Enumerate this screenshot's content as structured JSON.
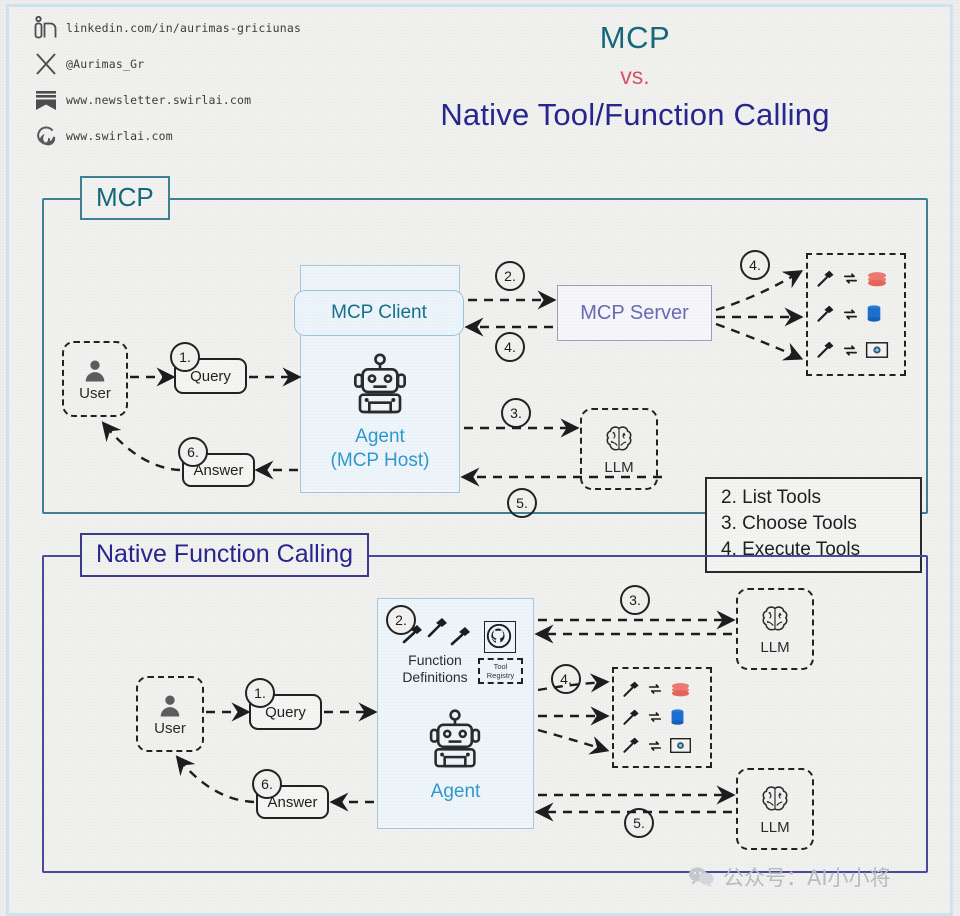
{
  "header": {
    "social": [
      {
        "icon": "linkedin-icon",
        "text": "linkedin.com/in/aurimas-griciunas"
      },
      {
        "icon": "x-twitter-icon",
        "text": "@Aurimas_Gr"
      },
      {
        "icon": "newsletter-icon",
        "text": "www.newsletter.swirlai.com"
      },
      {
        "icon": "swirl-logo-icon",
        "text": "www.swirlai.com"
      }
    ],
    "title_line1": "MCP",
    "title_line2": "vs.",
    "title_line3": "Native Tool/Function Calling",
    "colors": {
      "title1": "#15697a",
      "title2": "#d9536a",
      "title3": "#27268f"
    }
  },
  "mcp_section": {
    "title": "MCP",
    "user": "User",
    "query": "Query",
    "answer": "Answer",
    "client": "MCP Client",
    "agent_line1": "Agent",
    "agent_line2": "(MCP Host)",
    "server": "MCP Server",
    "llm": "LLM",
    "steps": {
      "query": "1.",
      "server_out": "2.",
      "llm_out": "3.",
      "server_in": "4.",
      "tools": "4.",
      "llm_in": "5.",
      "answer": "6."
    },
    "tools": [
      {
        "name": "tool-stack",
        "icon": "red-stack-icon"
      },
      {
        "name": "tool-database",
        "icon": "blue-database-icon"
      },
      {
        "name": "tool-window",
        "icon": "window-camera-icon"
      }
    ]
  },
  "legend": {
    "lines": [
      "2. List Tools",
      "3. Choose Tools",
      "4. Execute Tools"
    ]
  },
  "nfc_section": {
    "title": "Native Function Calling",
    "user": "User",
    "query": "Query",
    "answer": "Answer",
    "function_definitions_line1": "Function",
    "function_definitions_line2": "Definitions",
    "registry_line1": "Tool",
    "registry_line2": "Registry",
    "agent": "Agent",
    "llm_top": "LLM",
    "llm_bottom": "LLM",
    "steps": {
      "query": "1.",
      "definitions": "2.",
      "llm_out": "3.",
      "tools": "4.",
      "llm_in": "5.",
      "answer": "6."
    },
    "tools": [
      {
        "name": "tool-stack",
        "icon": "red-stack-icon"
      },
      {
        "name": "tool-database",
        "icon": "blue-database-icon"
      },
      {
        "name": "tool-window",
        "icon": "window-camera-icon"
      }
    ]
  },
  "watermark": {
    "text": "公众号：AI小小将",
    "icon": "wechat-icon"
  }
}
